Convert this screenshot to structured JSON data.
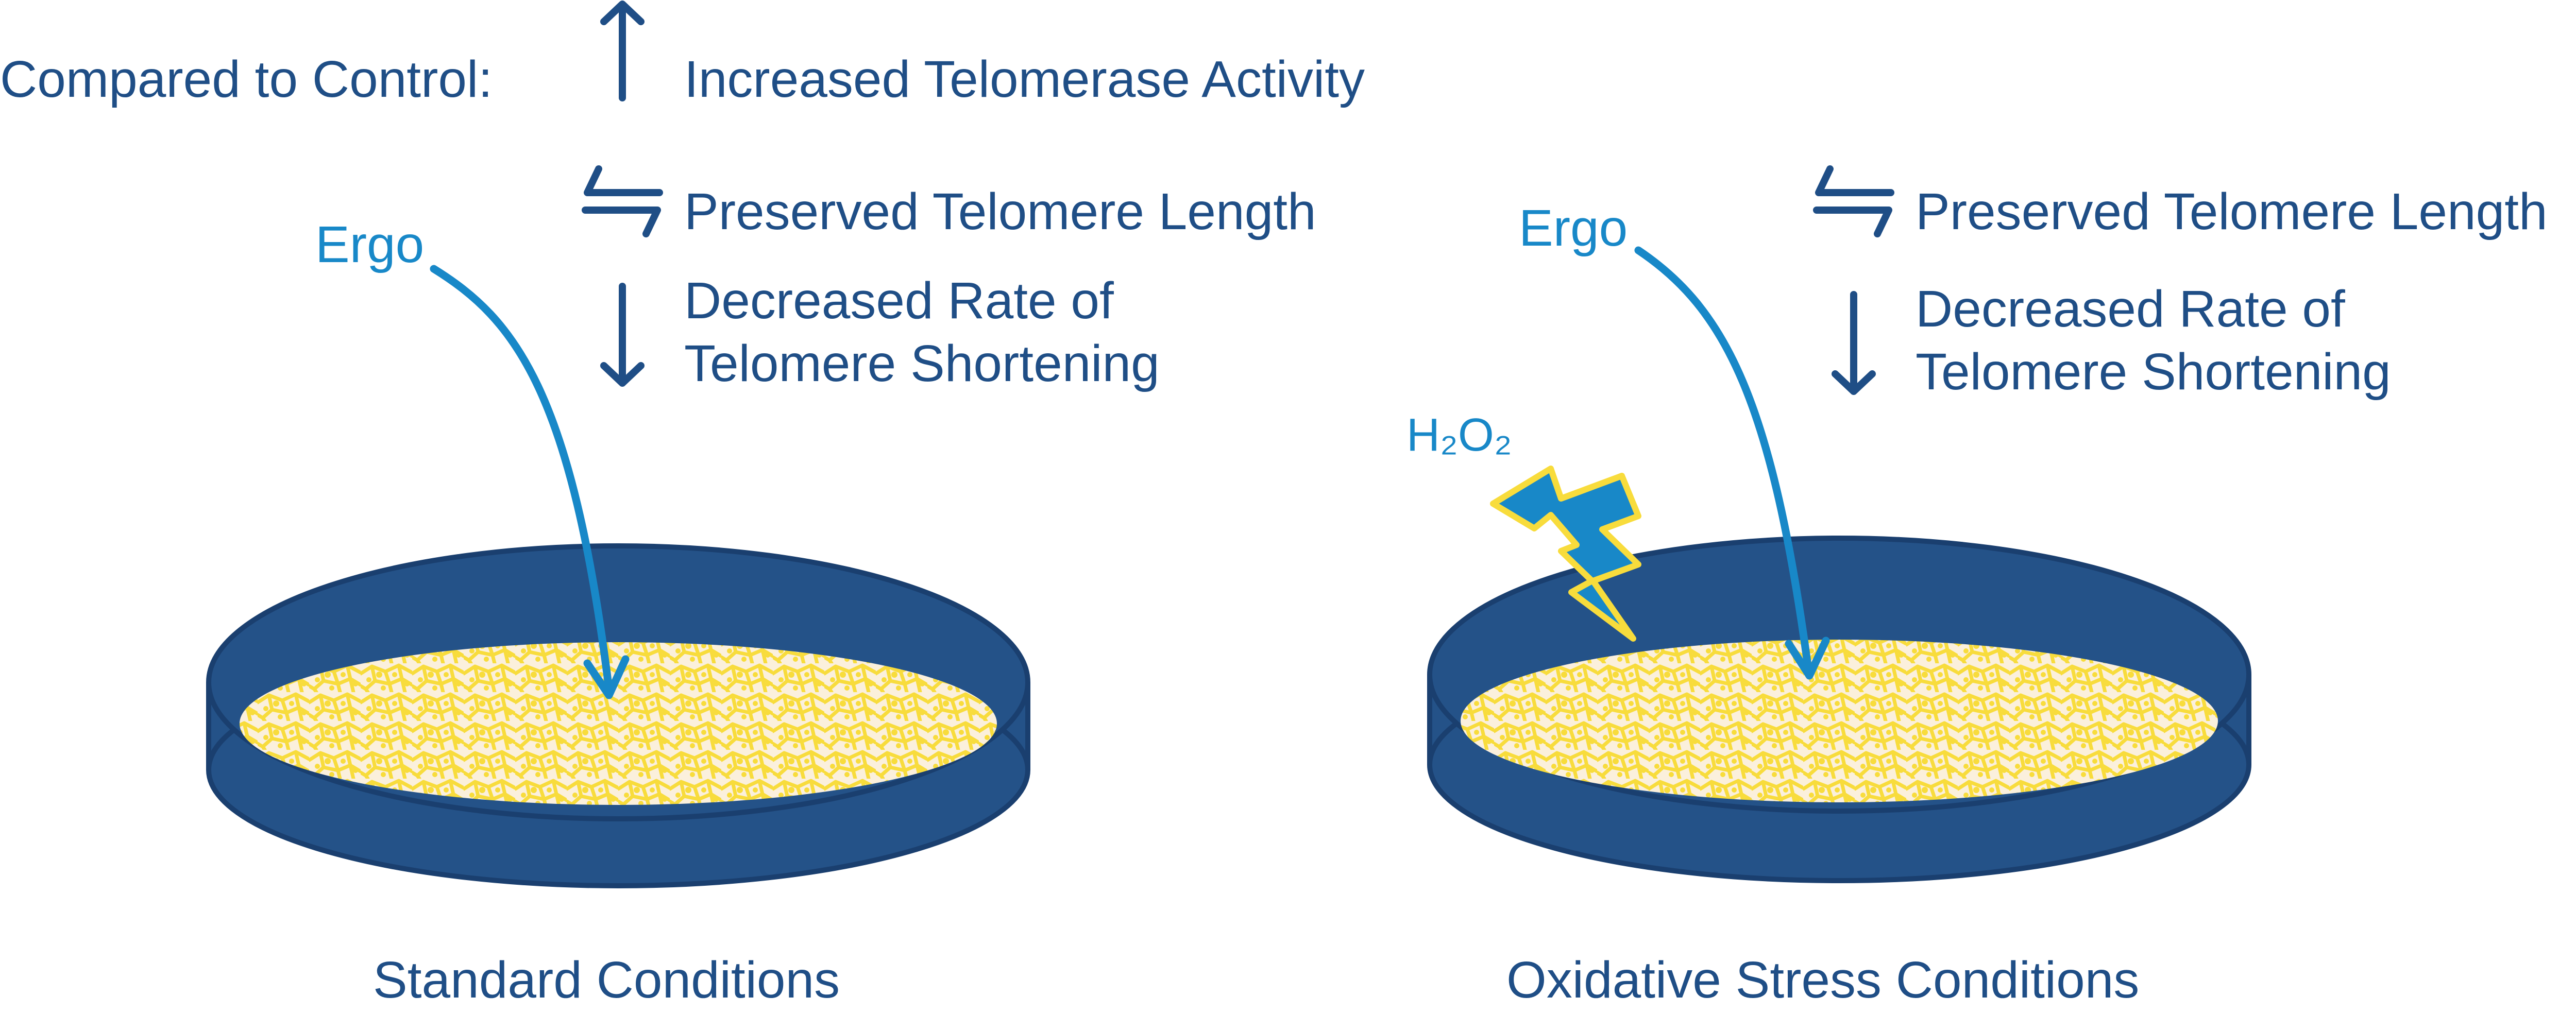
{
  "header": {
    "compared_label": "Compared to Control:"
  },
  "left_panel": {
    "effects": [
      {
        "icon": "up-arrow-icon",
        "label": "Increased Telomerase Activity"
      },
      {
        "icon": "equilibrium-arrows-icon",
        "label": "Preserved Telomere Length"
      },
      {
        "icon": "down-arrow-icon",
        "label_line1": "Decreased Rate of",
        "label_line2": "Telomere Shortening"
      }
    ],
    "treatment_label": "Ergo",
    "condition_label": "Standard Conditions"
  },
  "right_panel": {
    "effects": [
      {
        "icon": "equilibrium-arrows-icon",
        "label": "Preserved Telomere Length"
      },
      {
        "icon": "down-arrow-icon",
        "label_line1": "Decreased Rate of",
        "label_line2": "Telomere Shortening"
      }
    ],
    "treatment_label": "Ergo",
    "stressor_label": "H₂O₂",
    "stressor_icon": "lightning-bolt-icon",
    "condition_label": "Oxidative Stress Conditions"
  },
  "colors": {
    "navy": "#1f4e86",
    "dish_blue": "#245288",
    "ergo_blue": "#1888c8",
    "cell_yellow": "#f8dc3c",
    "cell_bg": "#fbf0dc"
  }
}
